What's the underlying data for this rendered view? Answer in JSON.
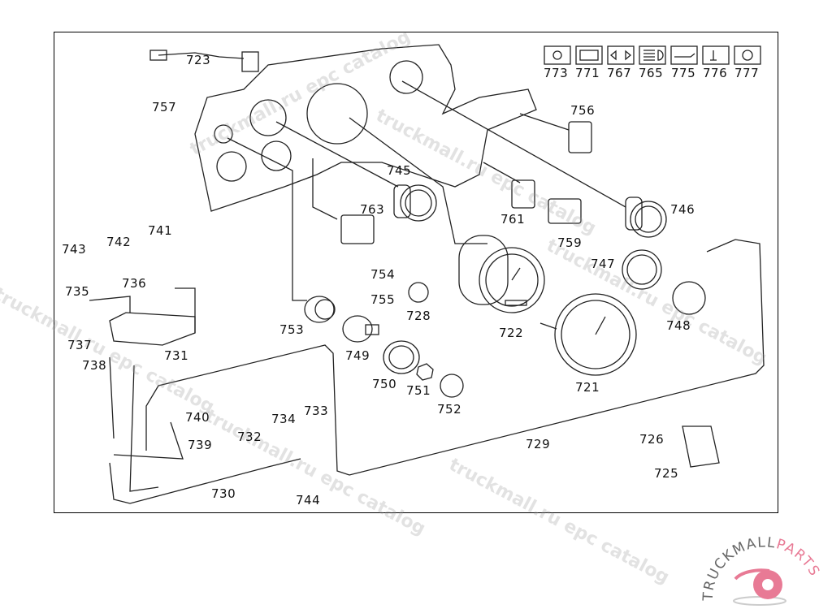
{
  "diagram": {
    "part_labels": [
      "723",
      "757",
      "773",
      "771",
      "767",
      "765",
      "775",
      "776",
      "777",
      "756",
      "745",
      "763",
      "746",
      "761",
      "759",
      "741",
      "742",
      "743",
      "736",
      "735",
      "747",
      "754",
      "755",
      "728",
      "753",
      "722",
      "748",
      "737",
      "731",
      "738",
      "749",
      "721",
      "750",
      "751",
      "752",
      "740",
      "734",
      "733",
      "739",
      "732",
      "729",
      "726",
      "725",
      "730",
      "744"
    ],
    "warning_lamp_icons": [
      "brake-warning-icon",
      "battery-icon",
      "turn-signal-icon",
      "high-beam-icon",
      "oil-pressure-icon",
      "seat-heater-icon",
      "fan-icon"
    ]
  },
  "watermark": {
    "text": "truckmall.ru epc catalog"
  },
  "logo": {
    "text_primary": "TRUCKMALL",
    "text_accent": "PARTS",
    "accent_color": "#e87a95"
  }
}
